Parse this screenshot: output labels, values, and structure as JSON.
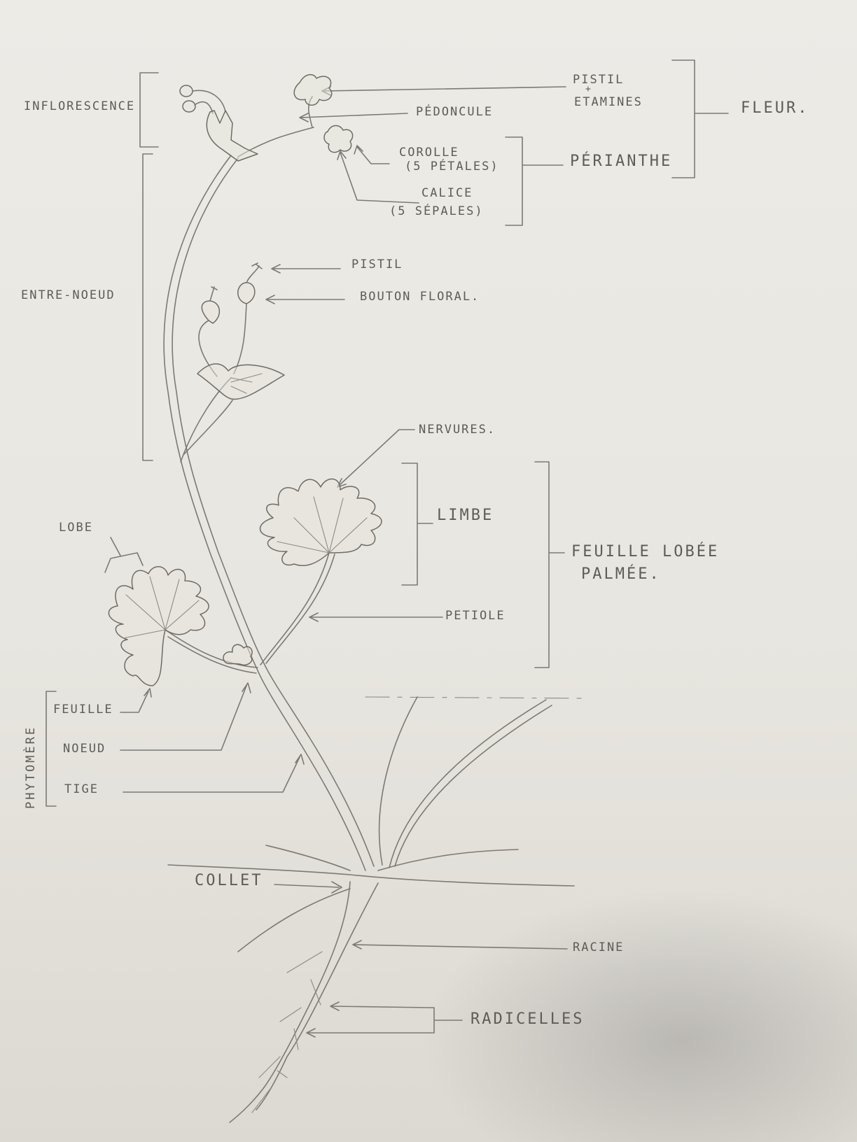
{
  "labels": {
    "inflorescence": "INFLORESCENCE",
    "pistil_top": "PISTIL",
    "plus": "+",
    "etamines": "ETAMINES",
    "fleur": "FLEUR.",
    "pedoncule": "PÉDONCULE",
    "corolle": "COROLLE",
    "corolle_sub": "(5 PÉTALES)",
    "perianthe": "PÉRIANTHE",
    "calice": "CALICE",
    "calice_sub": "(5 SÉPALES)",
    "entre_noeud": "ENTRE-NOEUD",
    "pistil_bud": "PISTIL",
    "bouton_floral": "BOUTON FLORAL.",
    "nervures": "NERVURES.",
    "limbe": "LIMBE",
    "lobe": "LOBE",
    "feuille_lobee": "FEUILLE LOBÉE",
    "palmee": "PALMÉE.",
    "petiole": "PETIOLE",
    "feuille": "FEUILLE",
    "noeud": "NOEUD",
    "tige": "TIGE",
    "phytomere": "PHYTOMÈRE",
    "collet": "COLLET",
    "racine": "RACINE",
    "radicelles": "RADICELLES"
  },
  "colors": {
    "paper": "#ecebe6",
    "pencil": "#7d7a74",
    "text": "#5f5c57"
  }
}
